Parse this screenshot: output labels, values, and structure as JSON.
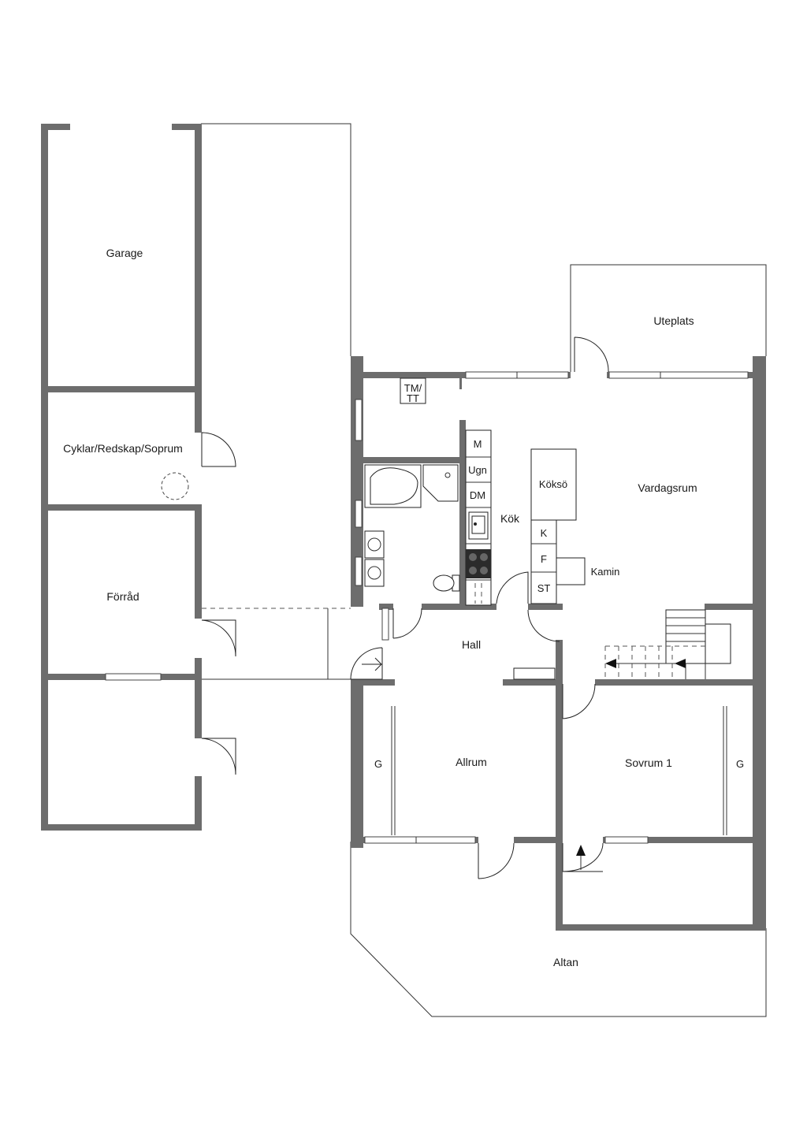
{
  "rooms": {
    "garage": "Garage",
    "cyklar": "Cyklar/Redskap/Soprum",
    "forrad": "Förråd",
    "uteplats": "Uteplats",
    "vardagsrum": "Vardagsrum",
    "kok": "Kök",
    "hall": "Hall",
    "allrum": "Allrum",
    "sovrum": "Sovrum 1",
    "altan": "Altan"
  },
  "fixtures": {
    "tm": "TM/",
    "tt": "TT",
    "m": "M",
    "ugn": "Ugn",
    "dm": "DM",
    "kokso": "Köksö",
    "k": "K",
    "f": "F",
    "st": "ST",
    "kamin": "Kamin",
    "g_allrum": "G",
    "g_sovrum": "G"
  }
}
